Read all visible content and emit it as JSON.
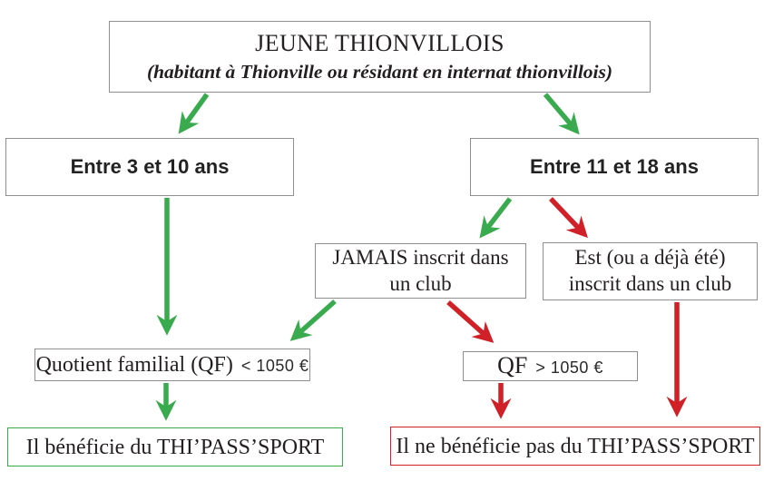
{
  "colors": {
    "green": "#3aaa4e",
    "red": "#cf2127",
    "box_border": "#8f8f8f",
    "text": "#231f20"
  },
  "nodes": {
    "root": {
      "title": "JEUNE THIONVILLOIS",
      "subtitle": "(habitant à Thionville ou résidant en internat thionvillois)"
    },
    "age_3_10": {
      "label": "Entre 3 et 10 ans"
    },
    "age_11_18": {
      "label": "Entre 11 et 18 ans"
    },
    "never_club": {
      "line1": "JAMAIS inscrit dans",
      "line2": "un club"
    },
    "already_club": {
      "line1": "Est (ou a déjà été)",
      "line2": "inscrit dans un club"
    },
    "qf_low": {
      "label_serif": "Quotient familial (QF)",
      "condition": "< 1050 €"
    },
    "qf_high": {
      "label_serif": "QF",
      "condition": "> 1050 €"
    },
    "eligible": {
      "label": "Il bénéficie du THI’PASS’SPORT"
    },
    "not_eligible": {
      "label": "Il ne bénéficie pas du THI’PASS’SPORT"
    }
  }
}
